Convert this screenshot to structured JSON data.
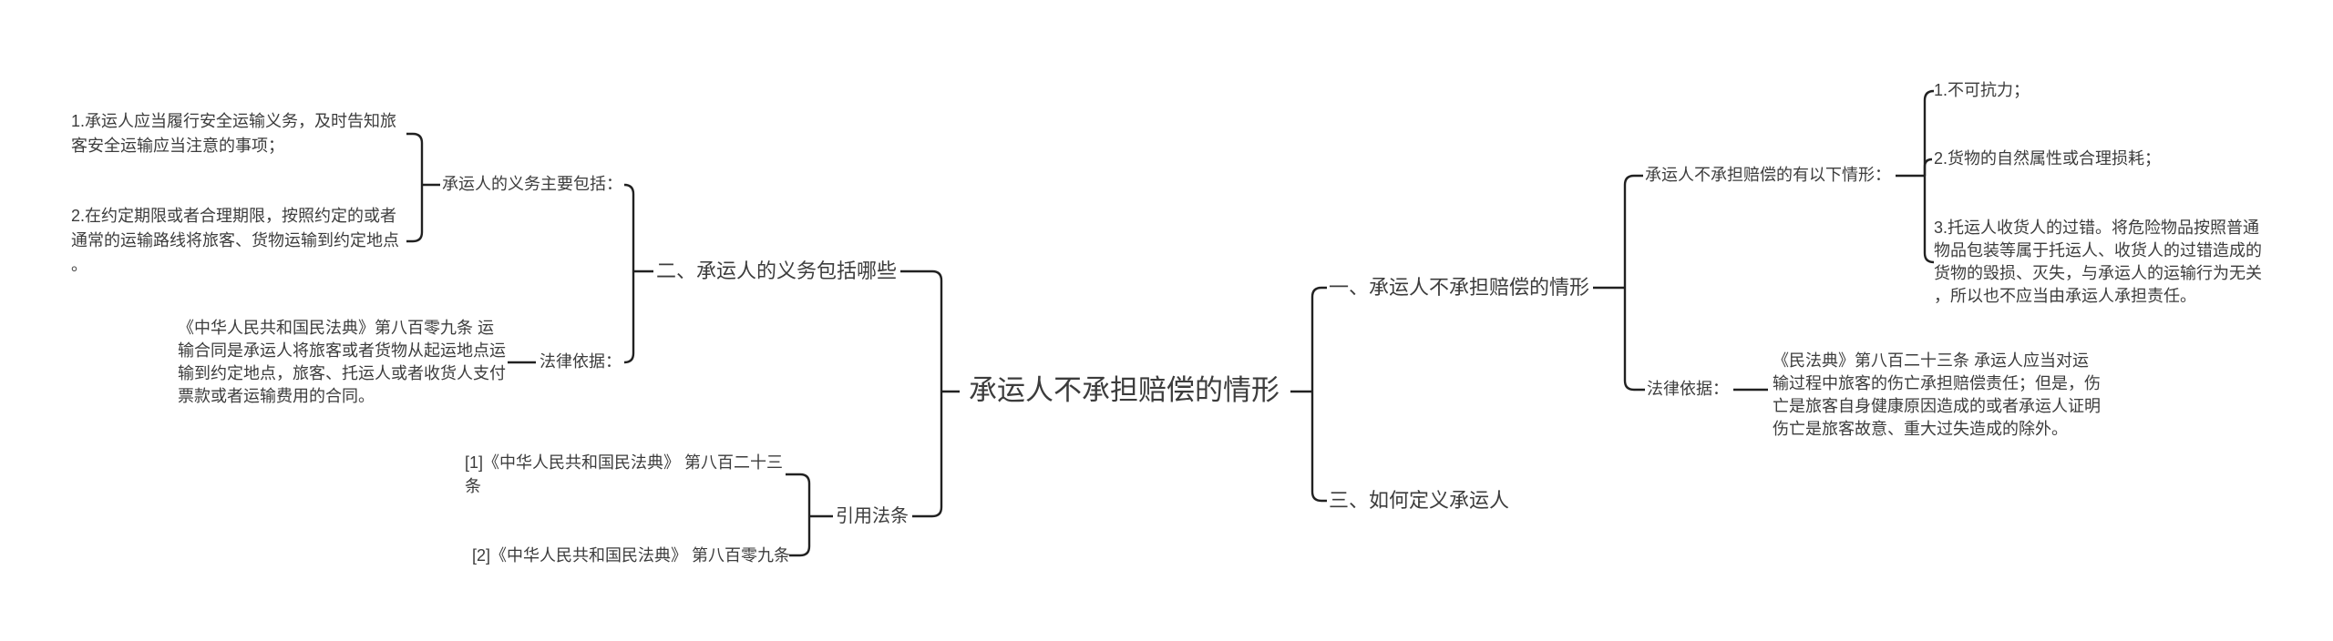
{
  "colors": {
    "background": "#ffffff",
    "line": "#212121",
    "text": "#3c3c3c"
  },
  "central": {
    "label": "承运人不承担赔偿的情形"
  },
  "left": {
    "section2": {
      "label": "二、承运人的义务包括哪些"
    },
    "duties": {
      "header": "承运人的义务主要包括：",
      "item1": "1.承运人应当履行安全运输义务，及时告知旅\n客安全运输应当注意的事项；",
      "item2": "2.在约定期限或者合理期限，按照约定的或者\n通常的运输路线将旅客、货物运输到约定地点\n。"
    },
    "legal": {
      "label": "法律依据：",
      "text": "《中华人民共和国民法典》第八百零九条 运\n输合同是承运人将旅客或者货物从起运地点运\n输到约定地点，旅客、托运人或者收货人支付\n票款或者运输费用的合同。"
    },
    "citations": {
      "label": "引用法条",
      "ref1": "[1]《中华人民共和国民法典》 第八百二十三\n条",
      "ref2": "[2]《中华人民共和国民法典》 第八百零九条"
    }
  },
  "right": {
    "section1": {
      "label": "一、承运人不承担赔偿的情形"
    },
    "cases": {
      "header": "承运人不承担赔偿的有以下情形：",
      "item1": "1.不可抗力；",
      "item2": "2.货物的自然属性或合理损耗；",
      "item3": "3.托运人收货人的过错。将危险物品按照普通\n物品包装等属于托运人、收货人的过错造成的\n货物的毁损、灭失，与承运人的运输行为无关\n，所以也不应当由承运人承担责任。"
    },
    "legal": {
      "label": "法律依据：",
      "text": "《民法典》第八百二十三条 承运人应当对运\n输过程中旅客的伤亡承担赔偿责任；但是，伤\n亡是旅客自身健康原因造成的或者承运人证明\n伤亡是旅客故意、重大过失造成的除外。"
    },
    "section3": {
      "label": "三、如何定义承运人"
    }
  }
}
